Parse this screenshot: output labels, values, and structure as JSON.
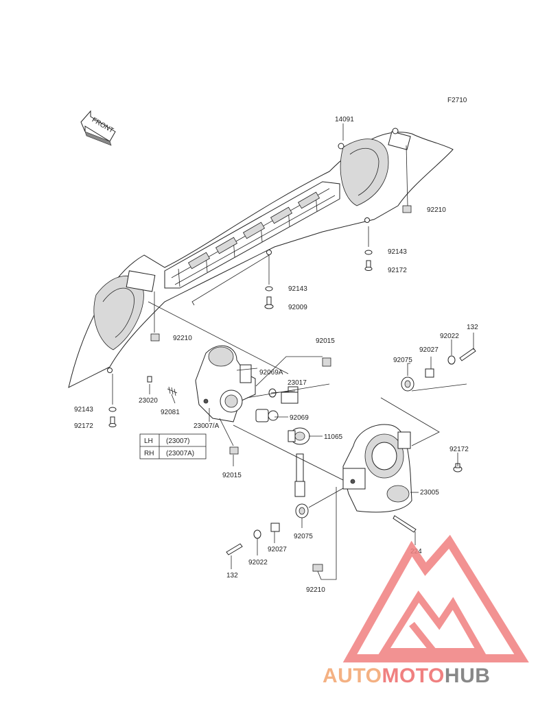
{
  "figure_code": "F2710",
  "front_label": "FRONT",
  "parts": {
    "p14091": "14091",
    "p92210_top": "92210",
    "p92143_top": "92143",
    "p92172_top": "92172",
    "p92143_mid": "92143",
    "p92009": "92009",
    "p92210_left": "92210",
    "p92143_left": "92143",
    "p92172_left": "92172",
    "p92015_top": "92015",
    "p92069A": "92069A",
    "p23017": "23017",
    "p92069": "92069",
    "p11065": "11065",
    "p23020": "23020",
    "p92081": "92081",
    "p23007A": "23007/A",
    "p92015_bot": "92015",
    "p132_right": "132",
    "p92022_right": "92022",
    "p92027_right": "92027",
    "p92075_right": "92075",
    "p92172_right": "92172",
    "p23005": "23005",
    "p224": "224",
    "p92075_bot": "92075",
    "p92027_bot": "92027",
    "p92022_bot": "92022",
    "p132_bot": "132",
    "p92210_bot": "92210"
  },
  "side_table": {
    "rows": [
      {
        "side": "LH",
        "code": "(23007)"
      },
      {
        "side": "RH",
        "code": "(23007A)"
      }
    ]
  },
  "watermark": {
    "part1": "AUTO",
    "part2": "MOTO",
    "part3": "HUB",
    "color1": "#f4b183",
    "color2": "#f08080",
    "color3": "#888888",
    "logo_color": "#f08080"
  }
}
